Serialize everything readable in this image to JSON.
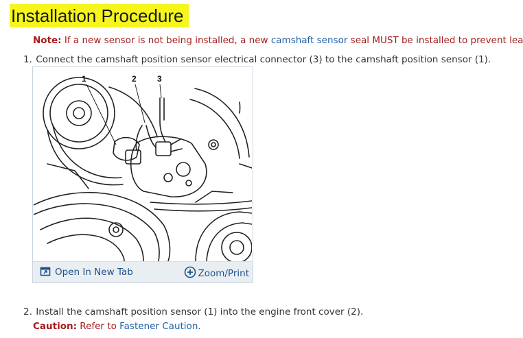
{
  "heading": "Installation Procedure",
  "note": {
    "label": "Note:",
    "text_before": " If a new sensor is not being installed, a new ",
    "link": "camshaft sensor",
    "text_after": " seal MUST be installed to prevent leaks."
  },
  "steps": [
    {
      "number": "1.",
      "text": "Connect the camshaft position sensor electrical connector (3) to the camshaft position sensor (1)."
    },
    {
      "number": "2.",
      "text": "Install the camshaft position sensor (1) into the engine front cover (2)."
    }
  ],
  "figure": {
    "callouts": [
      "1",
      "2",
      "3"
    ],
    "open_tab_label": "Open In New Tab",
    "zoom_label": "Zoom/Print",
    "open_tab_icon": "open-external-icon",
    "zoom_icon": "plus-circle-icon"
  },
  "caution": {
    "label": "Caution:",
    "text": " Refer to ",
    "link": "Fastener Caution",
    "end": "."
  },
  "colors": {
    "highlight": "#f6f61c",
    "note_red": "#a51b1b",
    "link_blue": "#1f5fa6",
    "toolbar_bg": "#e9eef3"
  }
}
